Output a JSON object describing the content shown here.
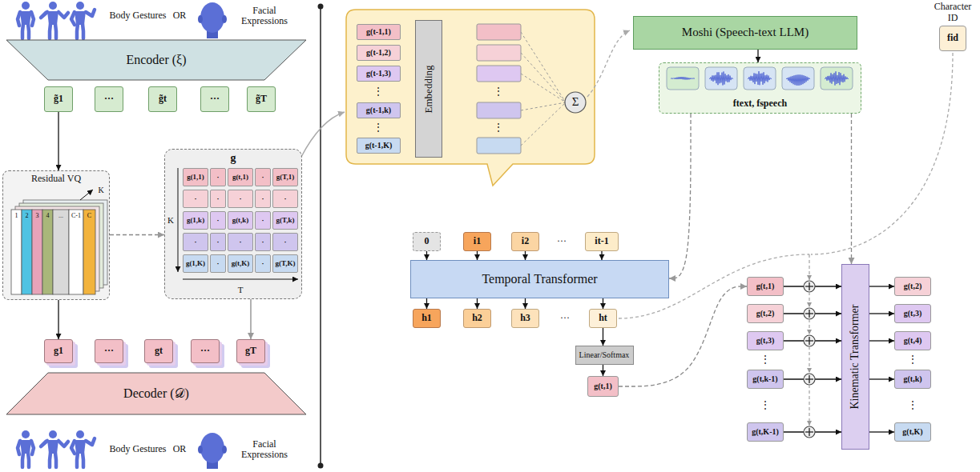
{
  "diagram": {
    "nodes": [
      {
        "text": [
          "Encoder (ξ)"
        ]
      },
      {
        "text": [
          "g̃1"
        ]
      },
      {
        "text": [
          "···"
        ]
      },
      {
        "text": [
          "g̃t"
        ]
      },
      {
        "text": [
          "···"
        ]
      },
      {
        "text": [
          "g̃T"
        ]
      },
      {
        "text": [
          "Residual VQ"
        ]
      },
      {
        "text": [
          "g"
        ]
      },
      {
        "text": [
          "g(1,1)"
        ],
        "in": 7
      },
      {
        "text": [
          "·"
        ],
        "in": 7
      },
      {
        "text": [
          "g(t,1)"
        ],
        "in": 7
      },
      {
        "text": [
          "·"
        ],
        "in": 7
      },
      {
        "text": [
          "g(T,1)"
        ],
        "in": 7
      },
      {
        "text": [
          "·"
        ],
        "in": 7
      },
      {
        "text": [
          "·"
        ],
        "in": 7
      },
      {
        "text": [
          "·"
        ],
        "in": 7
      },
      {
        "text": [
          "·"
        ],
        "in": 7
      },
      {
        "text": [
          "·"
        ],
        "in": 7
      },
      {
        "text": [
          "g(1,k)"
        ],
        "in": 7
      },
      {
        "text": [
          "·"
        ],
        "in": 7
      },
      {
        "text": [
          "g(t,k)"
        ],
        "in": 7
      },
      {
        "text": [
          "·"
        ],
        "in": 7
      },
      {
        "text": [
          "g(T,k)"
        ],
        "in": 7
      },
      {
        "text": [
          "·"
        ],
        "in": 7
      },
      {
        "text": [
          "·"
        ],
        "in": 7
      },
      {
        "text": [
          "·"
        ],
        "in": 7
      },
      {
        "text": [
          "·"
        ],
        "in": 7
      },
      {
        "text": [
          "·"
        ],
        "in": 7
      },
      {
        "text": [
          "g(1,K)"
        ],
        "in": 7
      },
      {
        "text": [
          "·"
        ],
        "in": 7
      },
      {
        "text": [
          "g(t,K)"
        ],
        "in": 7
      },
      {
        "text": [
          "·"
        ],
        "in": 7
      },
      {
        "text": [
          "g(T,K)"
        ],
        "in": 7
      },
      {
        "text": [
          "g1"
        ]
      },
      {
        "text": [
          "···"
        ]
      },
      {
        "text": [
          "gt"
        ]
      },
      {
        "text": [
          "···"
        ]
      },
      {
        "text": [
          "gT"
        ]
      },
      {
        "text": [
          "Decoder (𝒟)"
        ]
      },
      {
        "text": [
          "g(t-1,1)"
        ]
      },
      {
        "text": [
          "g(t-1,2)"
        ]
      },
      {
        "text": [
          "g(t-1,3)"
        ]
      },
      {
        "text": [
          "g(t-1,k)"
        ]
      },
      {
        "text": [
          "g(t-1,K)"
        ]
      },
      {
        "text": [
          "Embedding"
        ]
      },
      {
        "text": [
          "Σ"
        ]
      },
      {
        "text": [
          "Moshi (Speech-text LLM)"
        ]
      },
      {
        "text": [
          "Character ID",
          "fid"
        ]
      },
      {
        "text": [
          "ftext, fspeech"
        ]
      },
      {
        "text": [
          "0"
        ]
      },
      {
        "text": [
          "i1"
        ]
      },
      {
        "text": [
          "i2"
        ]
      },
      {
        "text": [
          "it-1"
        ]
      },
      {
        "text": [
          "Temporal Transformer"
        ]
      },
      {
        "text": [
          "h1"
        ]
      },
      {
        "text": [
          "h2"
        ]
      },
      {
        "text": [
          "h3"
        ]
      },
      {
        "text": [
          "ht"
        ]
      },
      {
        "text": [
          "Linear/Softmax"
        ]
      },
      {
        "text": [
          "g(t,1)"
        ]
      },
      {
        "text": [
          "g(t,1)"
        ]
      },
      {
        "text": [
          "g(t,2)"
        ]
      },
      {
        "text": [
          "g(t,3)"
        ]
      },
      {
        "text": [
          "g(t,k-1)"
        ]
      },
      {
        "text": [
          "g(t,K-1)"
        ]
      },
      {
        "text": [
          "Kinematic Transformer"
        ]
      },
      {
        "text": [
          "g(t,2)"
        ]
      },
      {
        "text": [
          "g(t,3)"
        ]
      },
      {
        "text": [
          "g(t,4)"
        ]
      },
      {
        "text": [
          "g(t,k)"
        ]
      },
      {
        "text": [
          "g(t,K)"
        ]
      }
    ],
    "edges": [
      {
        "from": 1,
        "to": 6,
        "arrow": "to"
      },
      {
        "from": 6,
        "to": 7,
        "arrow": "to"
      },
      {
        "from": 6,
        "to": 33,
        "arrow": "to"
      },
      {
        "from": 7,
        "to": 37,
        "arrow": "to"
      },
      {
        "from": 46,
        "to": 48,
        "arrow": "to"
      },
      {
        "from": 48,
        "to": 53,
        "arrow": "to"
      },
      {
        "from": 48,
        "to": 65,
        "arrow": "to"
      },
      {
        "from": 49,
        "to": 53,
        "arrow": "to"
      },
      {
        "from": 50,
        "to": 53,
        "arrow": "to"
      },
      {
        "from": 51,
        "to": 53,
        "arrow": "to"
      },
      {
        "from": 52,
        "to": 53,
        "arrow": "to"
      },
      {
        "from": 53,
        "to": 54,
        "arrow": "to"
      },
      {
        "from": 53,
        "to": 55,
        "arrow": "to"
      },
      {
        "from": 53,
        "to": 56,
        "arrow": "to"
      },
      {
        "from": 53,
        "to": 57,
        "arrow": "to"
      },
      {
        "from": 57,
        "to": 58,
        "arrow": "to"
      },
      {
        "from": 58,
        "to": 59,
        "arrow": "to"
      },
      {
        "from": 59,
        "to": 60,
        "arrow": "to"
      },
      {
        "from": 60,
        "to": 65,
        "arrow": "to"
      },
      {
        "from": 61,
        "to": 65,
        "arrow": "to"
      },
      {
        "from": 62,
        "to": 65,
        "arrow": "to"
      },
      {
        "from": 63,
        "to": 65,
        "arrow": "to"
      },
      {
        "from": 64,
        "to": 65,
        "arrow": "to"
      },
      {
        "from": 65,
        "to": 66,
        "arrow": "to"
      },
      {
        "from": 65,
        "to": 67,
        "arrow": "to"
      },
      {
        "from": 65,
        "to": 68,
        "arrow": "to"
      },
      {
        "from": 65,
        "to": 69,
        "arrow": "to"
      },
      {
        "from": 65,
        "to": 70,
        "arrow": "to"
      }
    ],
    "labels": [
      "Body Gestures",
      "OR",
      "Facial Expressions",
      "1",
      "2",
      "3",
      "4",
      "...",
      "C-1",
      "C",
      "K",
      "K",
      "T",
      "Body Gestures",
      "OR",
      "Facial Expressions",
      "⋮",
      "⋮",
      "⋮",
      "⋮",
      "···",
      "···",
      "⋮",
      "⋮",
      "⋮",
      "⋮"
    ]
  }
}
